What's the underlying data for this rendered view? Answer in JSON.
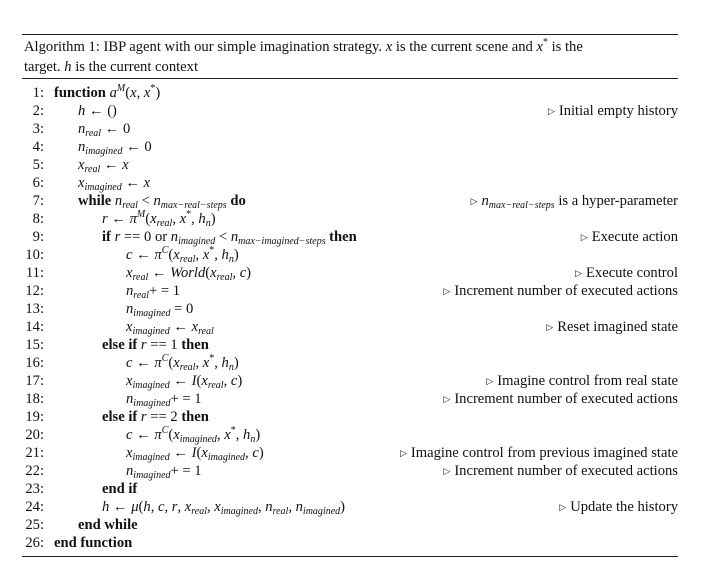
{
  "caption": {
    "label": "Algorithm 1:",
    "text_a": "IBP agent with our simple imagination strategy.",
    "text_b": "is the current scene and",
    "text_c": "is the",
    "text_d": "target.",
    "text_e": "is the current context",
    "var_x": "x",
    "var_xstar": "x",
    "star": "*",
    "var_h": "h"
  },
  "keywords": {
    "function": "function",
    "while": "while",
    "do": "do",
    "if": "if",
    "then": "then",
    "or": "or",
    "else_if": "else if",
    "end_if": "end if",
    "end_while": "end while",
    "end_function": "end function"
  },
  "line_numbers": [
    "1:",
    "2:",
    "3:",
    "4:",
    "5:",
    "6:",
    "7:",
    "8:",
    "9:",
    "10:",
    "11:",
    "12:",
    "13:",
    "14:",
    "15:",
    "16:",
    "17:",
    "18:",
    "19:",
    "20:",
    "21:",
    "22:",
    "23:",
    "24:",
    "25:",
    "26:"
  ],
  "comments": {
    "l2": "Initial empty history",
    "l7": "is a hyper-parameter",
    "l9": "Execute action",
    "l11": "Execute control",
    "l12": "Increment number of executed actions",
    "l14": "Reset imagined state",
    "l17": "Imagine control from real state",
    "l18": "Increment number of executed actions",
    "l21": "Imagine control from previous imagined state",
    "l22": "Increment number of executed actions",
    "l24": "Update the history"
  },
  "comment_marker": "▷"
}
